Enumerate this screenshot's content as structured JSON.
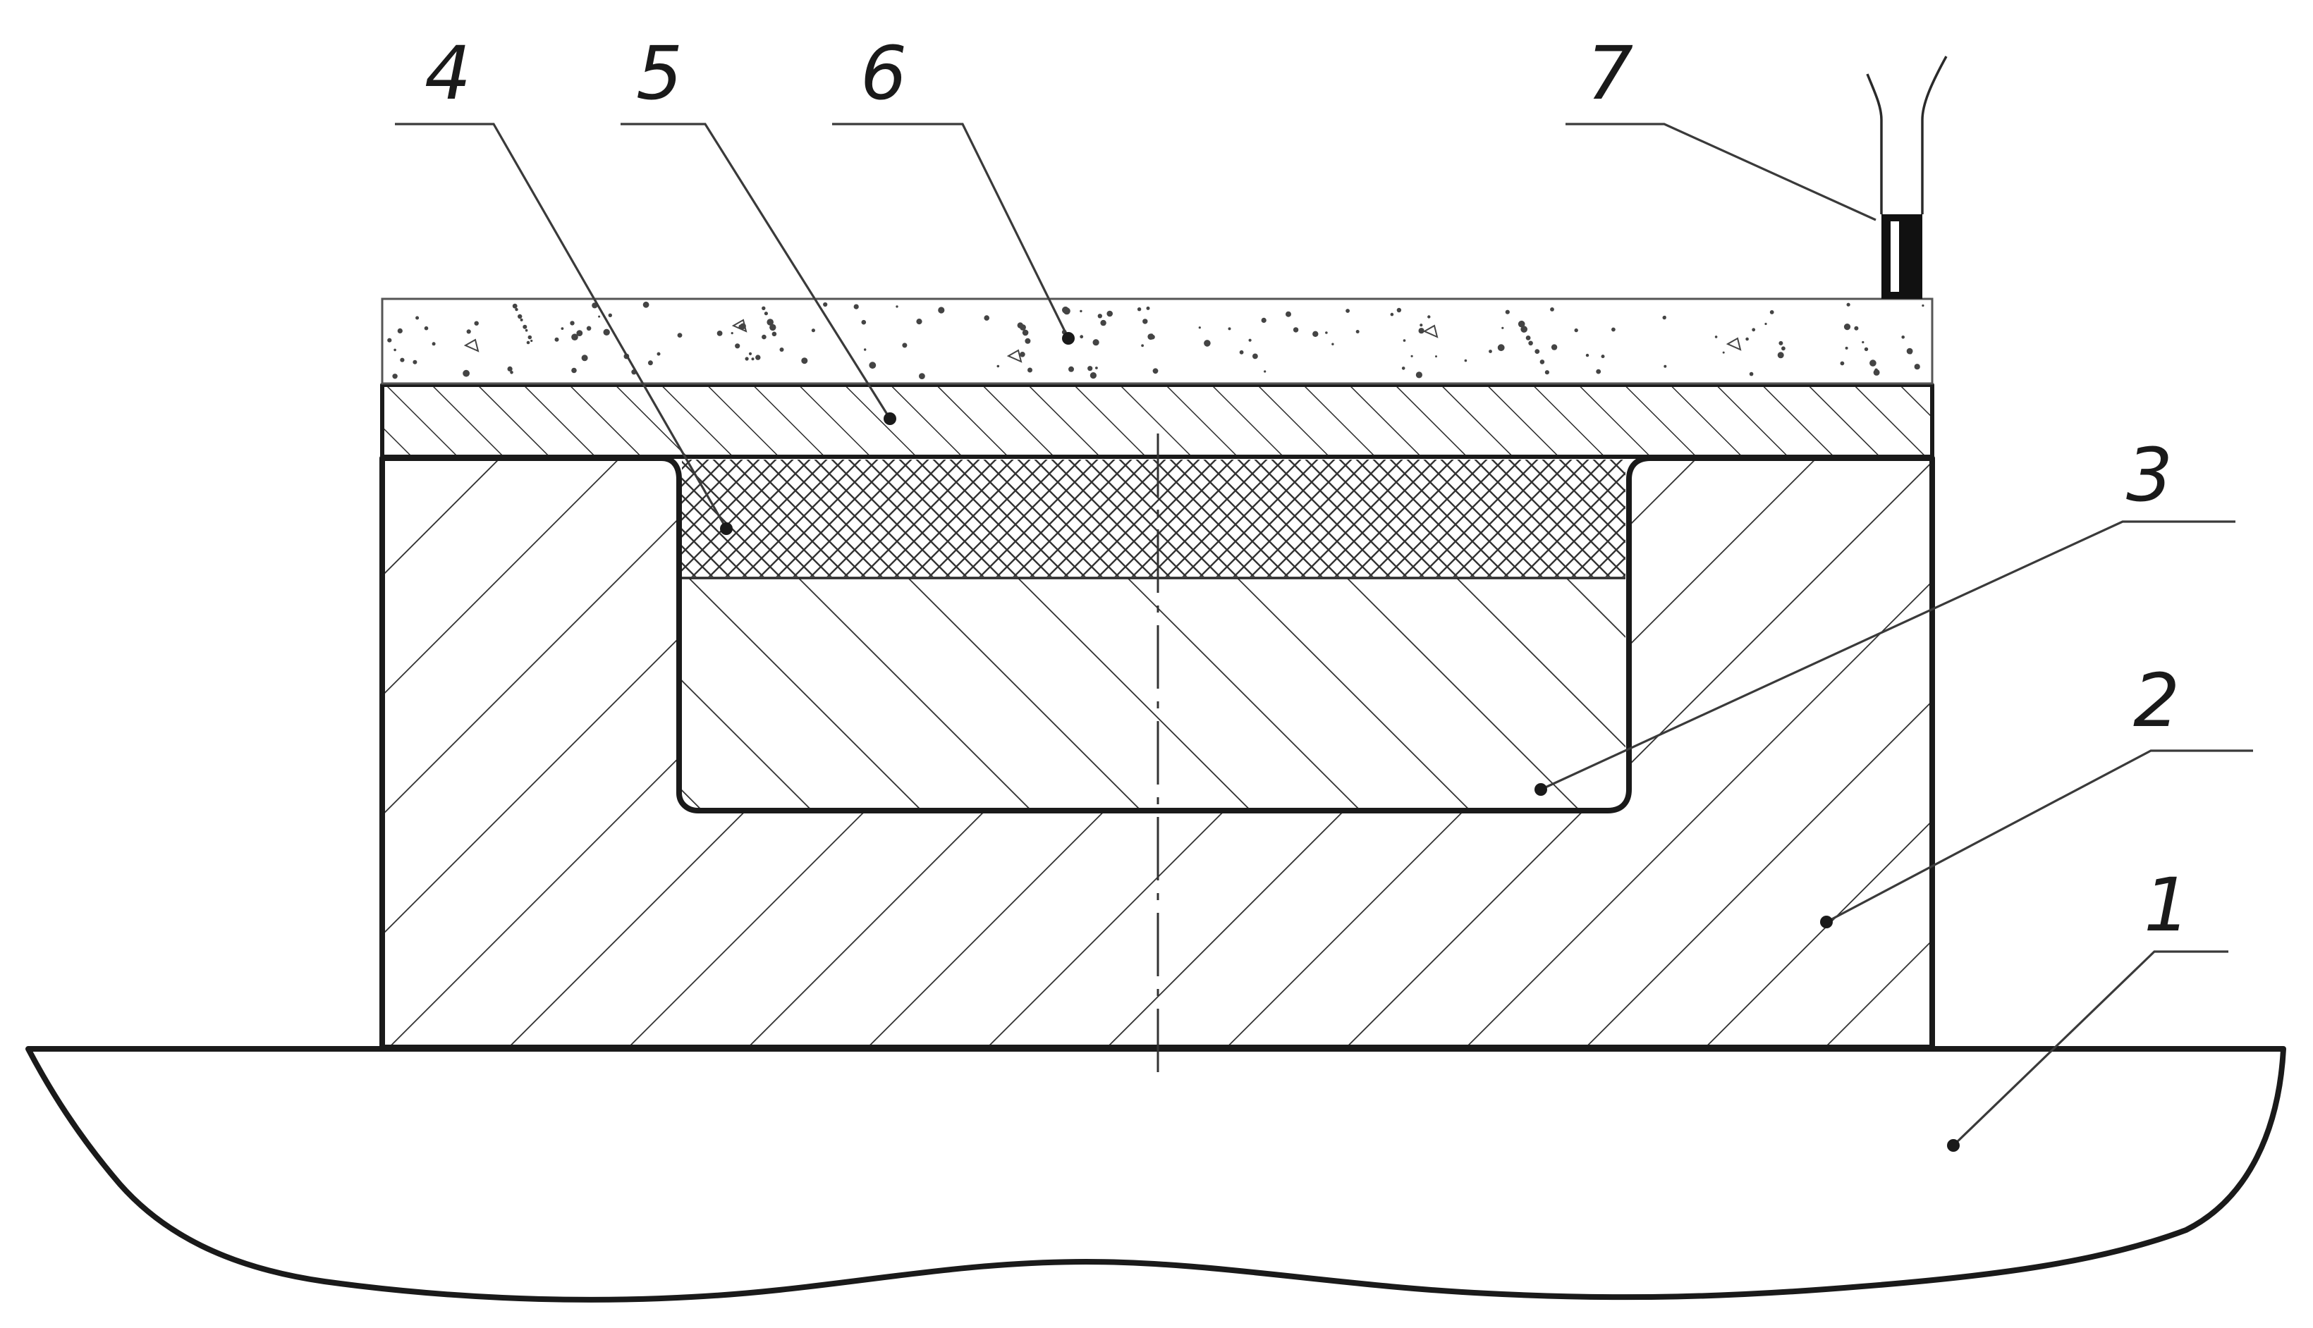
{
  "figure": {
    "labels": [
      {
        "id": "1",
        "text": "1"
      },
      {
        "id": "2",
        "text": "2"
      },
      {
        "id": "3",
        "text": "3"
      },
      {
        "id": "4",
        "text": "4"
      },
      {
        "id": "5",
        "text": "5"
      },
      {
        "id": "6",
        "text": "6"
      },
      {
        "id": "7",
        "text": "7"
      }
    ]
  },
  "colors": {
    "line": "#1a1a1a",
    "background": "#ffffff"
  }
}
